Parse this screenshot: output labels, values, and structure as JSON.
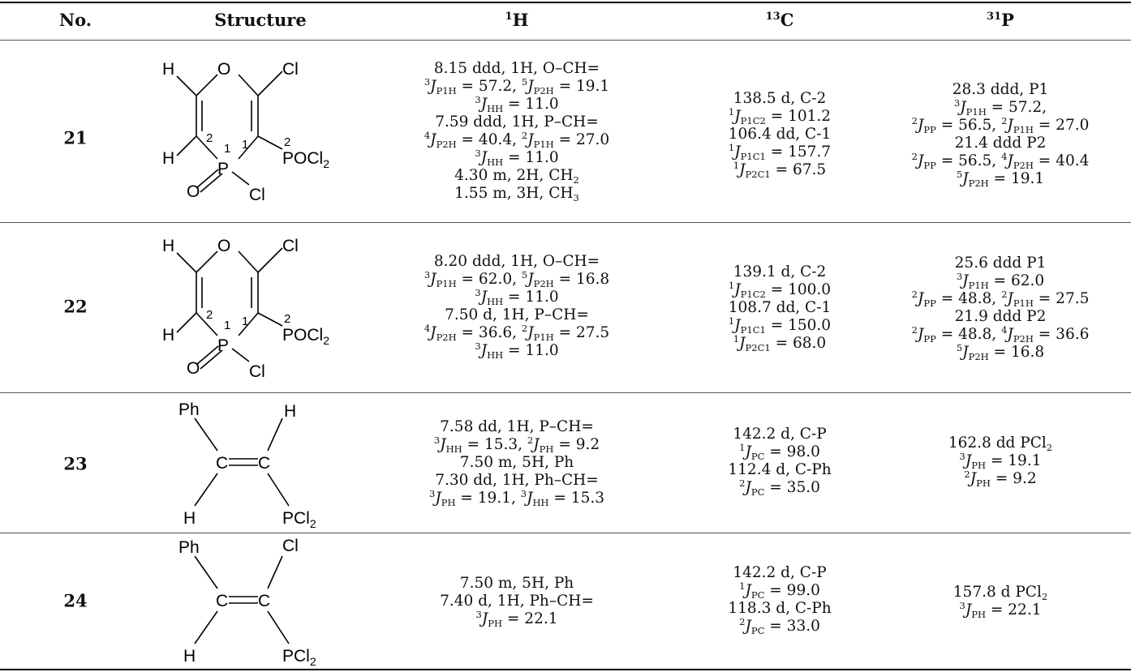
{
  "headers": {
    "no": "No.",
    "structure": "Structure",
    "h": {
      "sup": "1",
      "main": "H"
    },
    "c": {
      "sup": "13",
      "main": "C"
    },
    "p": {
      "sup": "31",
      "main": "P"
    }
  },
  "structure_labels": {
    "H": "H",
    "O": "O",
    "Cl": "Cl",
    "P": "P",
    "POCl": "POCl",
    "sub2": "2",
    "num1": "1",
    "num2": "2",
    "Ph": "Ph",
    "C": "C",
    "PCl": "PCl"
  },
  "rows": [
    {
      "no": "21",
      "h_lines": [
        [
          [
            "t",
            "8.15 ddd, 1H, O–CH="
          ]
        ],
        [
          [
            "sup",
            "3"
          ],
          [
            "i",
            "J"
          ],
          [
            "sub",
            "P1H"
          ],
          [
            "t",
            " = 57.2, "
          ],
          [
            "sup",
            "5"
          ],
          [
            "i",
            "J"
          ],
          [
            "sub",
            "P2H"
          ],
          [
            "t",
            " = 19.1"
          ]
        ],
        [
          [
            "sup",
            "3"
          ],
          [
            "i",
            "J"
          ],
          [
            "sub",
            "HH"
          ],
          [
            "t",
            " = 11.0"
          ]
        ],
        [
          [
            "t",
            "7.59 ddd, 1H, P–CH="
          ]
        ],
        [
          [
            "sup",
            "4"
          ],
          [
            "i",
            "J"
          ],
          [
            "sub",
            "P2H"
          ],
          [
            "t",
            " = 40.4, "
          ],
          [
            "sup",
            "2"
          ],
          [
            "i",
            "J"
          ],
          [
            "sub",
            "P1H"
          ],
          [
            "t",
            " = 27.0"
          ]
        ],
        [
          [
            "sup",
            "3"
          ],
          [
            "i",
            "J"
          ],
          [
            "sub",
            "HH"
          ],
          [
            "t",
            " = 11.0"
          ]
        ],
        [
          [
            "t",
            "4.30 m, 2H, CH"
          ],
          [
            "sub",
            "2"
          ]
        ],
        [
          [
            "t",
            "1.55 m, 3H, CH"
          ],
          [
            "sub",
            "3"
          ]
        ]
      ],
      "c_lines": [
        [
          [
            "t",
            "138.5 d, C-2"
          ]
        ],
        [
          [
            "sup",
            "1"
          ],
          [
            "i",
            "J"
          ],
          [
            "sub",
            "P1C2"
          ],
          [
            "t",
            " = 101.2"
          ]
        ],
        [
          [
            "t",
            "106.4 dd, C-1"
          ]
        ],
        [
          [
            "sup",
            "1"
          ],
          [
            "i",
            "J"
          ],
          [
            "sub",
            "P1C1"
          ],
          [
            "t",
            " = 157.7"
          ]
        ],
        [
          [
            "sup",
            "1"
          ],
          [
            "i",
            "J"
          ],
          [
            "sub",
            "P2C1"
          ],
          [
            "t",
            " = 67.5"
          ]
        ]
      ],
      "p_lines": [
        [
          [
            "t",
            "28.3 ddd, P1"
          ]
        ],
        [
          [
            "sup",
            "3"
          ],
          [
            "i",
            "J"
          ],
          [
            "sub",
            "P1H"
          ],
          [
            "t",
            " = 57.2,"
          ]
        ],
        [
          [
            "sup",
            "2"
          ],
          [
            "i",
            "J"
          ],
          [
            "sub",
            "PP"
          ],
          [
            "t",
            " = 56.5, "
          ],
          [
            "sup",
            "2"
          ],
          [
            "i",
            "J"
          ],
          [
            "sub",
            "P1H"
          ],
          [
            "t",
            " = 27.0"
          ]
        ],
        [
          [
            "t",
            "21.4 ddd P2"
          ]
        ],
        [
          [
            "sup",
            "2"
          ],
          [
            "i",
            "J"
          ],
          [
            "sub",
            "PP"
          ],
          [
            "t",
            " = 56.5, "
          ],
          [
            "sup",
            "4"
          ],
          [
            "i",
            "J"
          ],
          [
            "sub",
            "P2H"
          ],
          [
            "t",
            " = 40.4"
          ]
        ],
        [
          [
            "sup",
            "5"
          ],
          [
            "i",
            "J"
          ],
          [
            "sub",
            "P2H"
          ],
          [
            "t",
            " = 19.1"
          ]
        ]
      ]
    },
    {
      "no": "22",
      "h_lines": [
        [
          [
            "t",
            "8.20 ddd, 1H, O–CH="
          ]
        ],
        [
          [
            "sup",
            "3"
          ],
          [
            "i",
            "J"
          ],
          [
            "sub",
            "P1H"
          ],
          [
            "t",
            " = 62.0, "
          ],
          [
            "sup",
            "5"
          ],
          [
            "i",
            "J"
          ],
          [
            "sub",
            "P2H"
          ],
          [
            "t",
            " = 16.8"
          ]
        ],
        [
          [
            "sup",
            "3"
          ],
          [
            "i",
            "J"
          ],
          [
            "sub",
            "HH"
          ],
          [
            "t",
            " = 11.0"
          ]
        ],
        [
          [
            "t",
            "7.50 d, 1H, P–CH="
          ]
        ],
        [
          [
            "sup",
            "4"
          ],
          [
            "i",
            "J"
          ],
          [
            "sub",
            "P2H"
          ],
          [
            "t",
            " = 36.6, "
          ],
          [
            "sup",
            "2"
          ],
          [
            "i",
            "J"
          ],
          [
            "sub",
            "P1H"
          ],
          [
            "t",
            " = 27.5"
          ]
        ],
        [
          [
            "sup",
            "3"
          ],
          [
            "i",
            "J"
          ],
          [
            "sub",
            "HH"
          ],
          [
            "t",
            " = 11.0"
          ]
        ]
      ],
      "c_lines": [
        [
          [
            "t",
            "139.1 d, C-2"
          ]
        ],
        [
          [
            "sup",
            "1"
          ],
          [
            "i",
            "J"
          ],
          [
            "sub",
            "P1C2"
          ],
          [
            "t",
            " = 100.0"
          ]
        ],
        [
          [
            "t",
            "108.7 dd, C-1"
          ]
        ],
        [
          [
            "sup",
            "1"
          ],
          [
            "i",
            "J"
          ],
          [
            "sub",
            "P1C1"
          ],
          [
            "t",
            " = 150.0"
          ]
        ],
        [
          [
            "sup",
            "1"
          ],
          [
            "i",
            "J"
          ],
          [
            "sub",
            "P2C1"
          ],
          [
            "t",
            " = 68.0"
          ]
        ]
      ],
      "p_lines": [
        [
          [
            "t",
            "25.6 ddd P1"
          ]
        ],
        [
          [
            "sup",
            "3"
          ],
          [
            "i",
            "J"
          ],
          [
            "sub",
            "P1H"
          ],
          [
            "t",
            " = 62.0"
          ]
        ],
        [
          [
            "sup",
            "2"
          ],
          [
            "i",
            "J"
          ],
          [
            "sub",
            "PP"
          ],
          [
            "t",
            " = 48.8, "
          ],
          [
            "sup",
            "2"
          ],
          [
            "i",
            "J"
          ],
          [
            "sub",
            "P1H"
          ],
          [
            "t",
            " = 27.5"
          ]
        ],
        [
          [
            "t",
            "21.9 ddd P2"
          ]
        ],
        [
          [
            "sup",
            "2"
          ],
          [
            "i",
            "J"
          ],
          [
            "sub",
            "PP"
          ],
          [
            "t",
            " = 48.8, "
          ],
          [
            "sup",
            "4"
          ],
          [
            "i",
            "J"
          ],
          [
            "sub",
            "P2H"
          ],
          [
            "t",
            " = 36.6"
          ]
        ],
        [
          [
            "sup",
            "5"
          ],
          [
            "i",
            "J"
          ],
          [
            "sub",
            "P2H"
          ],
          [
            "t",
            " = 16.8"
          ]
        ]
      ]
    },
    {
      "no": "23",
      "h_lines": [
        [
          [
            "t",
            "7.58 dd, 1H, P–CH="
          ]
        ],
        [
          [
            "sup",
            "3"
          ],
          [
            "i",
            "J"
          ],
          [
            "sub",
            "HH"
          ],
          [
            "t",
            " = 15.3, "
          ],
          [
            "sup",
            "2"
          ],
          [
            "i",
            "J"
          ],
          [
            "sub",
            "PH"
          ],
          [
            "t",
            " = 9.2"
          ]
        ],
        [
          [
            "t",
            "7.50 m, 5H, Ph"
          ]
        ],
        [
          [
            "t",
            "7.30 dd, 1H, Ph–CH="
          ]
        ],
        [
          [
            "sup",
            "3"
          ],
          [
            "i",
            "J"
          ],
          [
            "sub",
            "PH"
          ],
          [
            "t",
            " = 19.1, "
          ],
          [
            "sup",
            "3"
          ],
          [
            "i",
            "J"
          ],
          [
            "sub",
            "HH"
          ],
          [
            "t",
            " = 15.3"
          ]
        ]
      ],
      "c_lines": [
        [
          [
            "t",
            "142.2 d, C-P"
          ]
        ],
        [
          [
            "sup",
            "1"
          ],
          [
            "i",
            "J"
          ],
          [
            "sub",
            "PC"
          ],
          [
            "t",
            " = 98.0"
          ]
        ],
        [
          [
            "t",
            "112.4 d, C-Ph"
          ]
        ],
        [
          [
            "sup",
            "2"
          ],
          [
            "i",
            "J"
          ],
          [
            "sub",
            "PC"
          ],
          [
            "t",
            " = 35.0"
          ]
        ]
      ],
      "p_lines": [
        [
          [
            "t",
            "162.8 dd PCl"
          ],
          [
            "sub",
            "2"
          ]
        ],
        [
          [
            "sup",
            "3"
          ],
          [
            "i",
            "J"
          ],
          [
            "sub",
            "PH"
          ],
          [
            "t",
            " = 19.1"
          ]
        ],
        [
          [
            "sup",
            "2"
          ],
          [
            "i",
            "J"
          ],
          [
            "sub",
            "PH"
          ],
          [
            "t",
            " = 9.2"
          ]
        ]
      ]
    },
    {
      "no": "24",
      "h_lines": [
        [
          [
            "t",
            "7.50 m, 5H, Ph"
          ]
        ],
        [
          [
            "t",
            "7.40 d, 1H, Ph–CH="
          ]
        ],
        [
          [
            "sup",
            "3"
          ],
          [
            "i",
            "J"
          ],
          [
            "sub",
            "PH"
          ],
          [
            "t",
            " = 22.1"
          ]
        ]
      ],
      "c_lines": [
        [
          [
            "t",
            "142.2 d, C-P"
          ]
        ],
        [
          [
            "sup",
            "1"
          ],
          [
            "i",
            "J"
          ],
          [
            "sub",
            "PC"
          ],
          [
            "t",
            " = 99.0"
          ]
        ],
        [
          [
            "t",
            "118.3 d, C-Ph"
          ]
        ],
        [
          [
            "sup",
            "2"
          ],
          [
            "i",
            "J"
          ],
          [
            "sub",
            "PC"
          ],
          [
            "t",
            " = 33.0"
          ]
        ]
      ],
      "p_lines": [
        [
          [
            "t",
            "157.8 d PCl"
          ],
          [
            "sub",
            "2"
          ]
        ],
        [
          [
            "sup",
            "3"
          ],
          [
            "i",
            "J"
          ],
          [
            "sub",
            "PH"
          ],
          [
            "t",
            " = 22.1"
          ]
        ]
      ]
    }
  ]
}
